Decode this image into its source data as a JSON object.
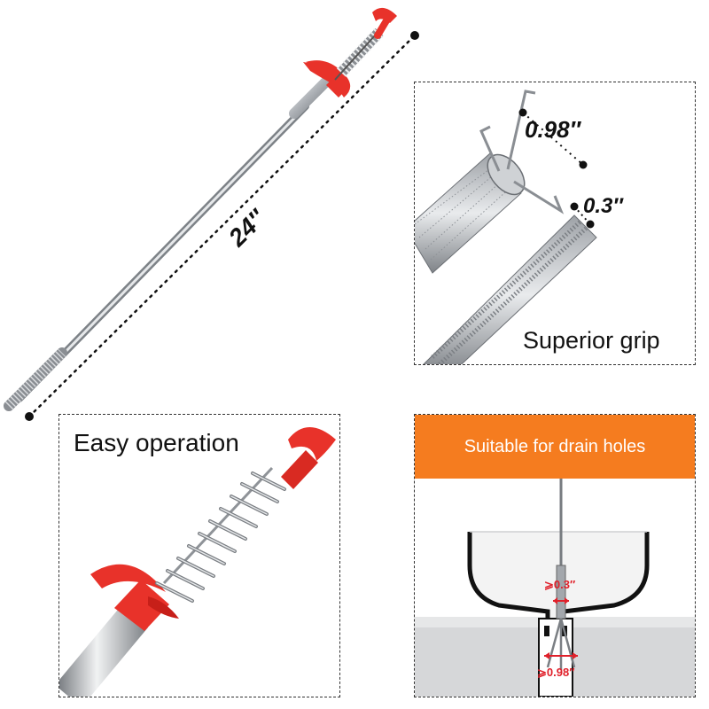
{
  "main": {
    "length_label": "24″"
  },
  "grip_panel": {
    "width_label": "0.98″",
    "thickness_label": "0.3″",
    "caption": "Superior grip"
  },
  "operation_panel": {
    "caption": "Easy operation"
  },
  "drain_panel": {
    "banner": "Suitable for drain holes",
    "min_small_label": "⩾0.3″",
    "min_large_label": "⩾0.98″"
  },
  "colors": {
    "handle_red": "#e8322a",
    "banner_orange": "#f57c1f",
    "steel": "#c9ccd0",
    "dim_red": "#e0202a"
  }
}
